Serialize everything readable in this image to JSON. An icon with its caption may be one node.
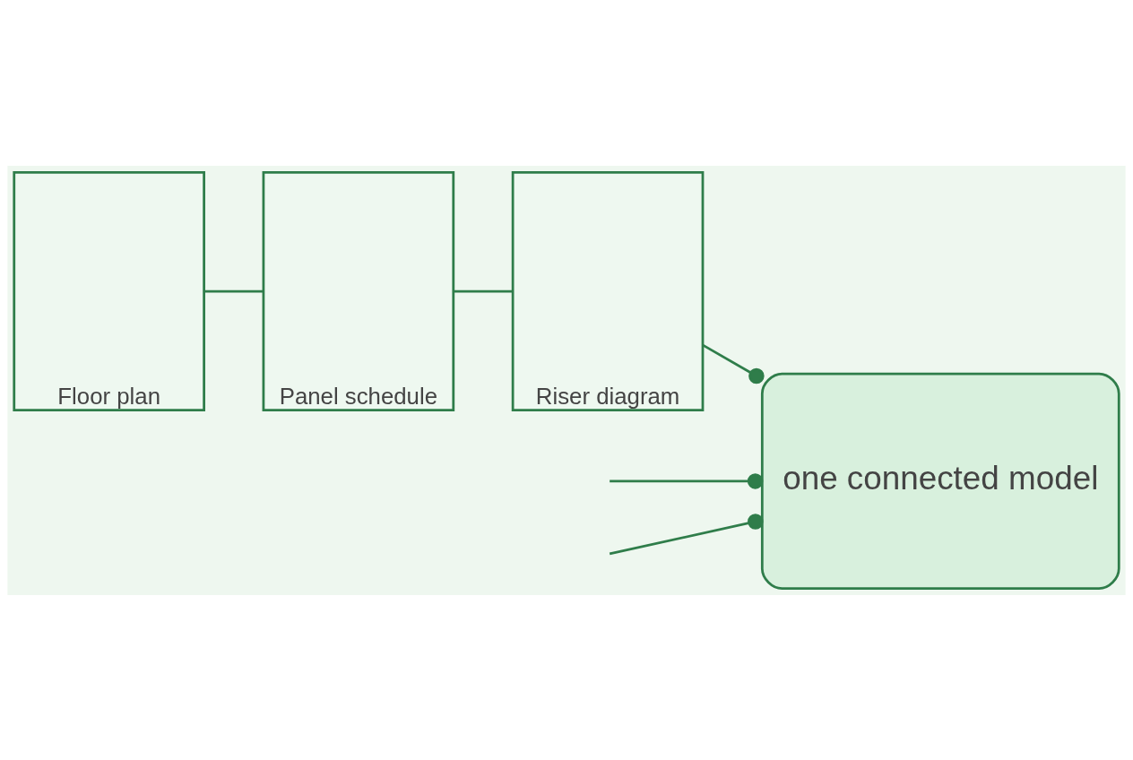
{
  "diagram": {
    "nodes": [
      {
        "text": [
          "Floor plan"
        ]
      },
      {
        "text": [
          "Panel schedule"
        ]
      },
      {
        "text": [
          "Riser diagram"
        ]
      },
      {
        "text": [
          "one connected model"
        ]
      }
    ],
    "edges": [
      {
        "from": 0,
        "to": 1,
        "arrow": "none"
      },
      {
        "from": 1,
        "to": 2,
        "arrow": "none"
      },
      {
        "from": 2,
        "to": 3,
        "arrow": "other"
      },
      {
        "from": null,
        "to": 3,
        "arrow": "other"
      },
      {
        "from": null,
        "to": 3,
        "arrow": "other"
      }
    ]
  }
}
